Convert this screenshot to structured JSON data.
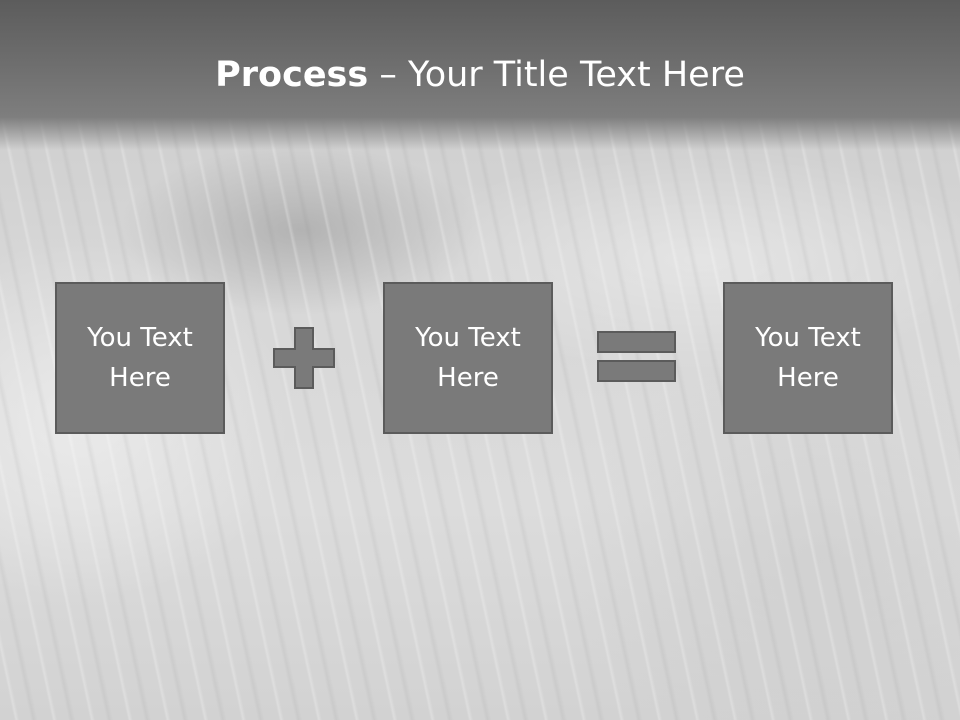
{
  "title": {
    "bold": "Process",
    "rest": " – Your Title Text Here"
  },
  "boxes": [
    {
      "text": "You Text Here"
    },
    {
      "text": "You Text Here"
    },
    {
      "text": "You Text Here"
    }
  ],
  "operators": {
    "plus": "plus-icon",
    "equals": "equals-icon"
  },
  "colors": {
    "box_fill": "#7a7a7a",
    "box_border": "#5b5b5b",
    "header": "#5c5c5c",
    "text": "#ffffff"
  }
}
